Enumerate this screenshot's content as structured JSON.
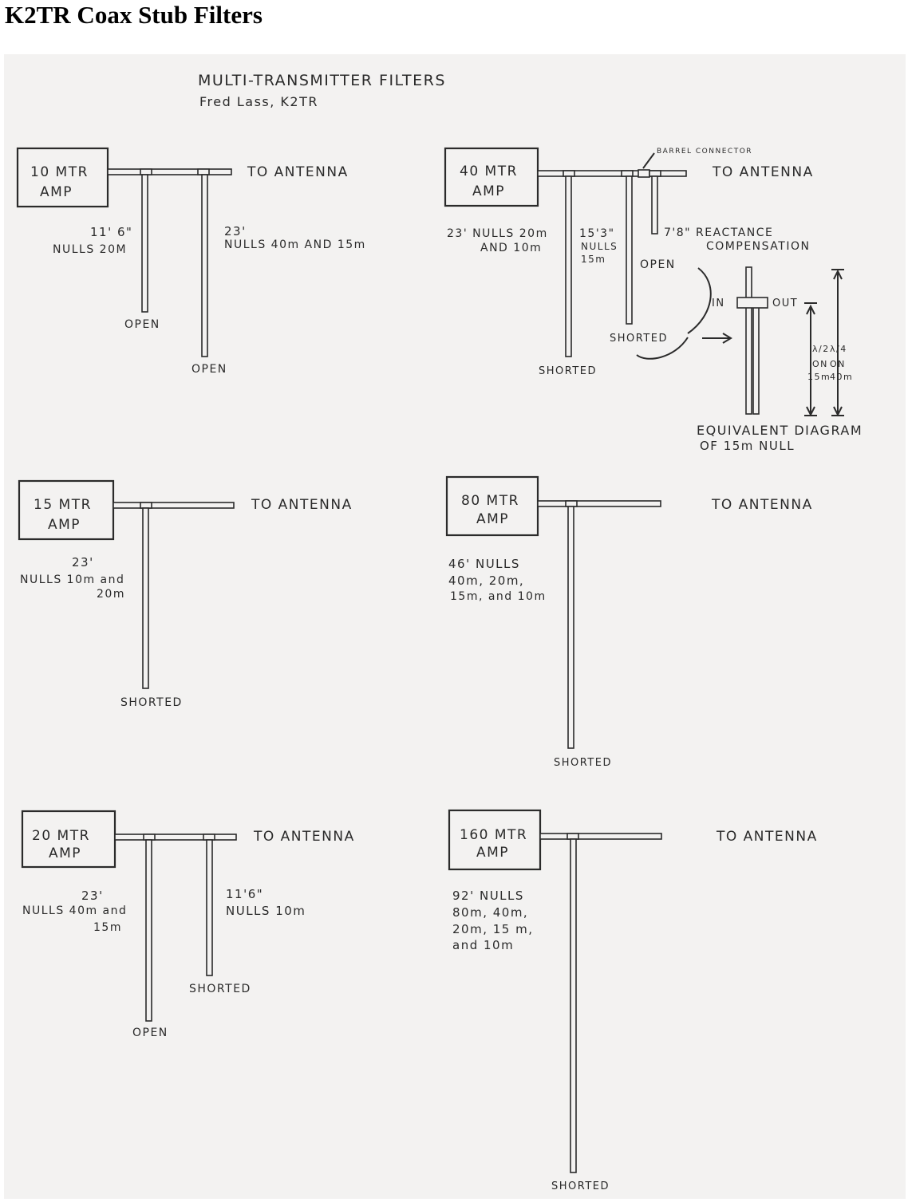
{
  "page": {
    "title": "K2TR Coax Stub Filters"
  },
  "diagram": {
    "heading": "MULTI-TRANSMITTER FILTERS",
    "author": "Fred Lass, K2TR",
    "panels": [
      {
        "id": "10m",
        "amp_line1": "10 MTR",
        "amp_line2": "AMP",
        "antenna": "TO ANTENNA",
        "stubs": [
          {
            "length": "11' 6\"",
            "desc": "NULLS 20M",
            "end": "OPEN"
          },
          {
            "length": "23'",
            "desc": "NULLS 40m AND 15m",
            "end": "OPEN"
          }
        ]
      },
      {
        "id": "40m",
        "amp_line1": "40 MTR",
        "amp_line2": "AMP",
        "antenna": "TO ANTENNA",
        "barrel": "BARREL CONNECTOR",
        "stubs": [
          {
            "length": "23' NULLS 20m",
            "desc": "AND 10m",
            "end": "SHORTED"
          },
          {
            "length": "15'3\"",
            "desc": "NULLS",
            "desc2": "15m",
            "end": "SHORTED"
          },
          {
            "length": "7'8\" REACTANCE",
            "desc": "COMPENSATION",
            "end": "OPEN"
          }
        ],
        "equivalent": {
          "in": "IN",
          "out": "OUT",
          "left_line1": "λ/2",
          "left_line2": "ON",
          "left_line3": "15m",
          "right_line1": "λ/4",
          "right_line2": "ON",
          "right_line3": "40m",
          "caption_line1": "EQUIVALENT DIAGRAM",
          "caption_line2": "OF 15m NULL"
        }
      },
      {
        "id": "15m",
        "amp_line1": "15 MTR",
        "amp_line2": "AMP",
        "antenna": "TO ANTENNA",
        "stubs": [
          {
            "length": "23'",
            "desc": "NULLS 10m and",
            "desc2": "20m",
            "end": "SHORTED"
          }
        ]
      },
      {
        "id": "80m",
        "amp_line1": "80 MTR",
        "amp_line2": "AMP",
        "antenna": "TO ANTENNA",
        "stubs": [
          {
            "length": "46' NULLS",
            "desc": "40m, 20m,",
            "desc2": "15m, and 10m",
            "end": "SHORTED"
          }
        ]
      },
      {
        "id": "20m",
        "amp_line1": "20 MTR",
        "amp_line2": "AMP",
        "antenna": "TO ANTENNA",
        "stubs": [
          {
            "length": "23'",
            "desc": "NULLS 40m and",
            "desc2": "15m",
            "end": "OPEN"
          },
          {
            "length": "11'6\"",
            "desc": "NULLS 10m",
            "end": "SHORTED"
          }
        ]
      },
      {
        "id": "160m",
        "amp_line1": "160 MTR",
        "amp_line2": "AMP",
        "antenna": "TO ANTENNA",
        "stubs": [
          {
            "length": "92' NULLS",
            "desc": "80m, 40m,",
            "desc2": "20m, 15 m,",
            "desc3": "and 10m",
            "end": "SHORTED"
          }
        ]
      }
    ]
  }
}
